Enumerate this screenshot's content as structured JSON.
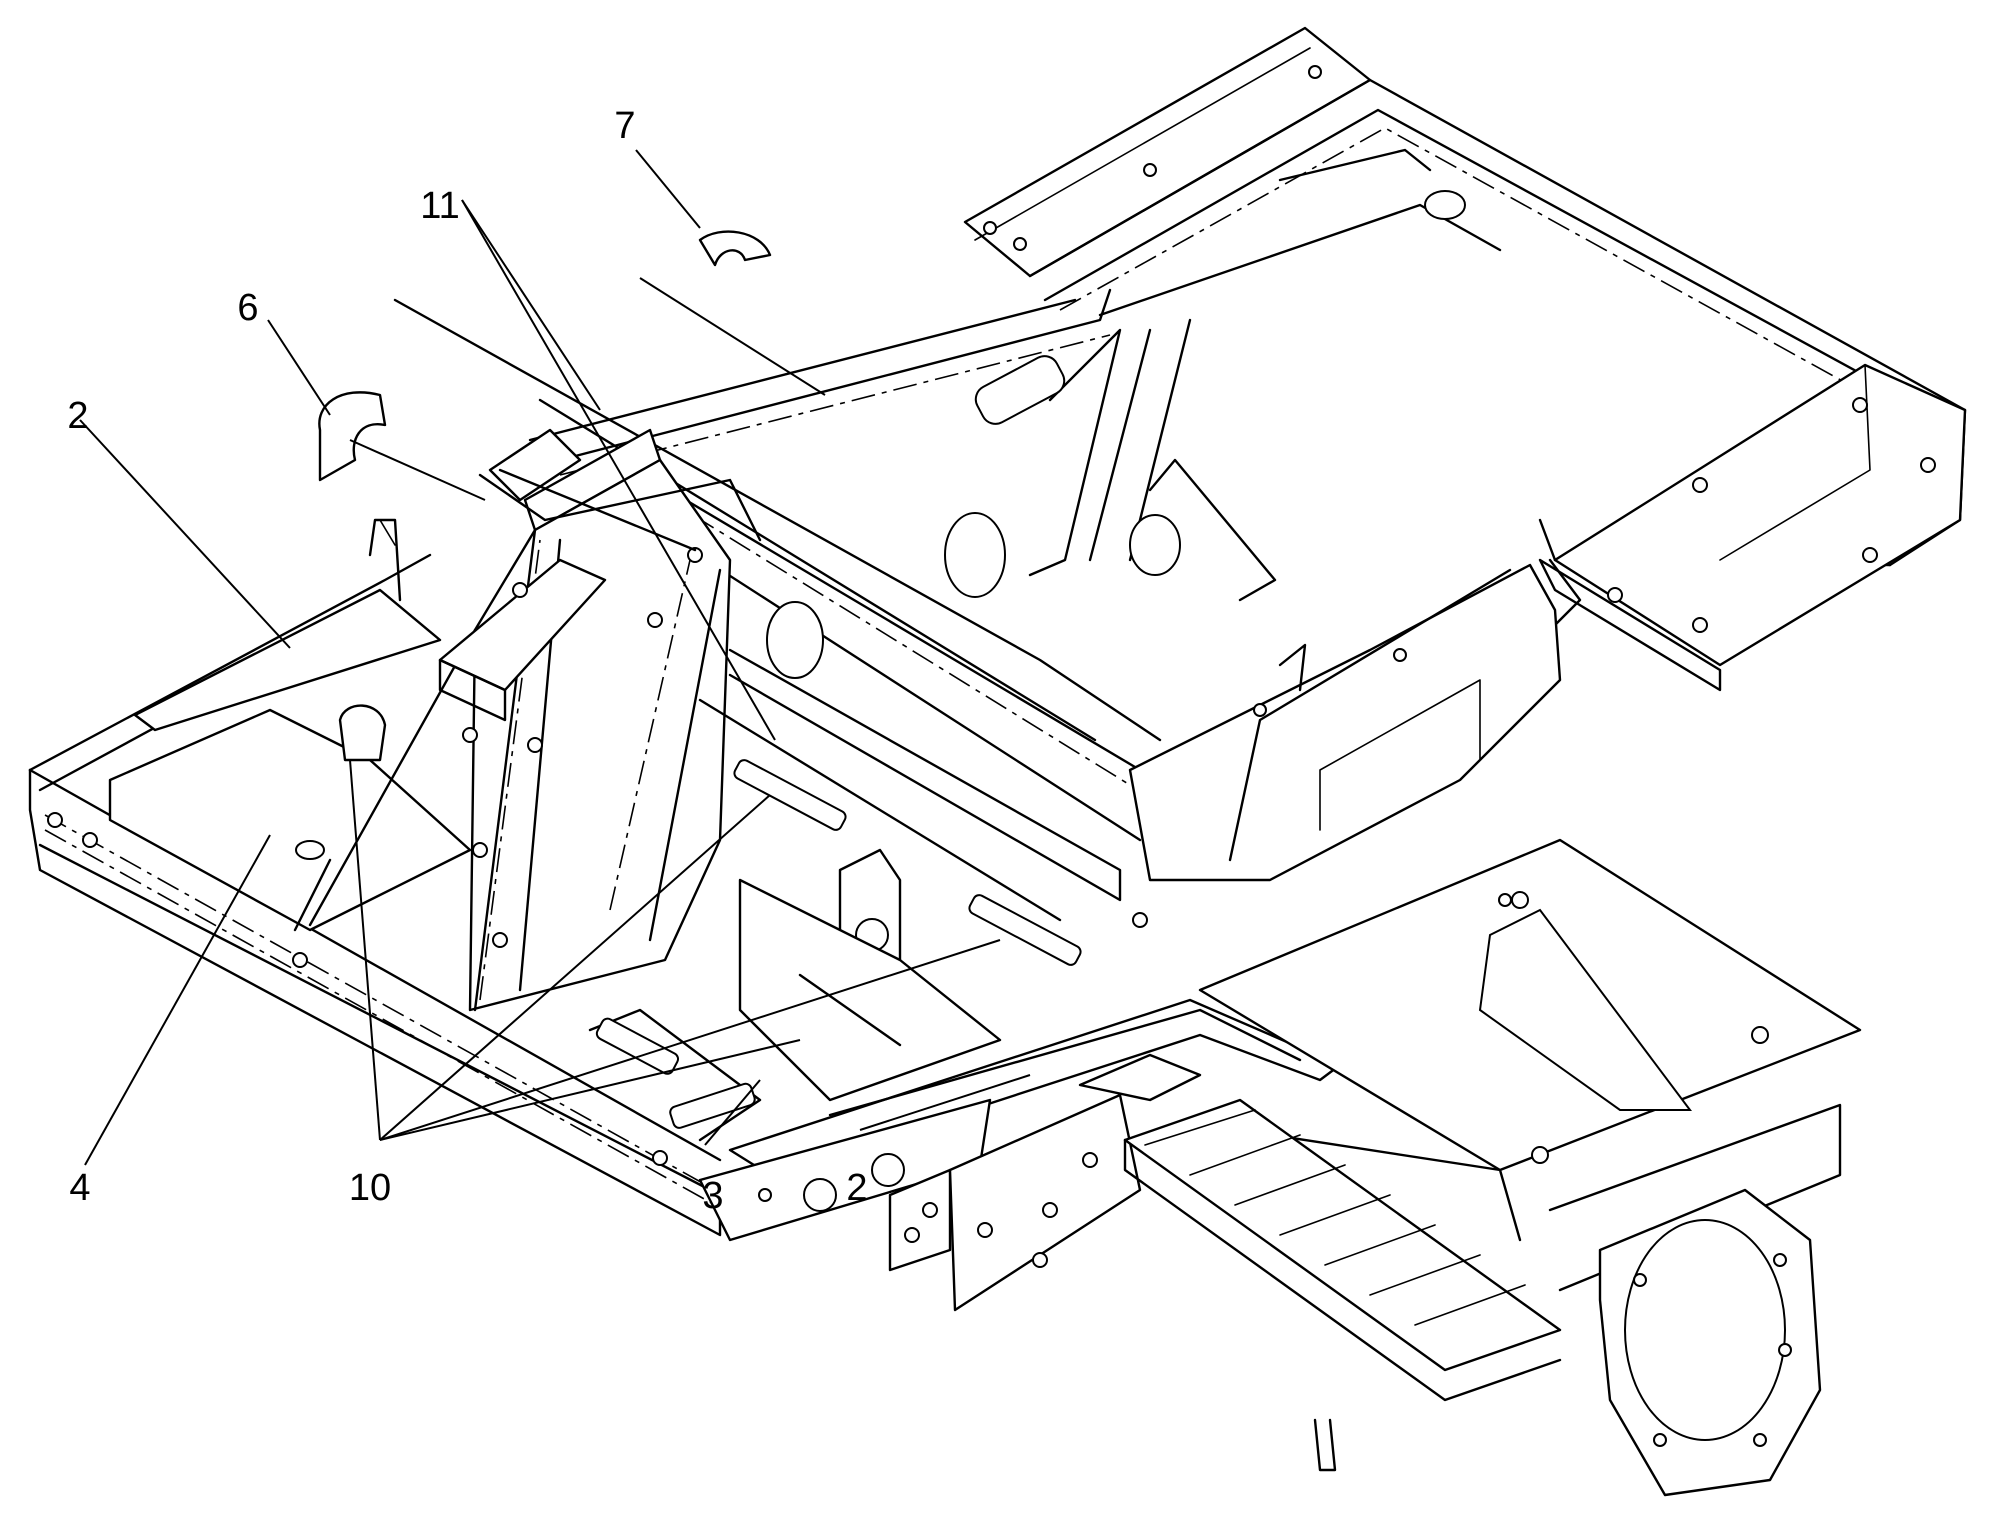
{
  "callouts": [
    {
      "id": "c7",
      "label": "7"
    },
    {
      "id": "c11",
      "label": "11"
    },
    {
      "id": "c6",
      "label": "6"
    },
    {
      "id": "c2a",
      "label": "2"
    },
    {
      "id": "c4",
      "label": "4"
    },
    {
      "id": "c10",
      "label": "10"
    },
    {
      "id": "c3",
      "label": "3"
    },
    {
      "id": "c2b",
      "label": "2"
    }
  ]
}
